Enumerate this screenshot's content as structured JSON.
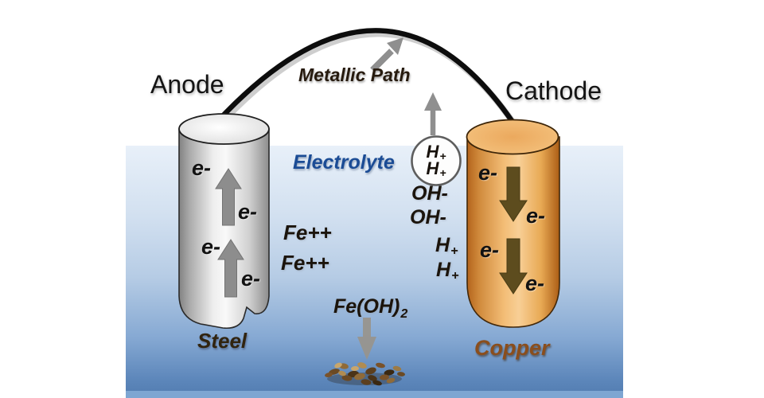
{
  "labels": {
    "anode": "Anode",
    "cathode": "Cathode",
    "metallic_path": "Metallic Path",
    "electrolyte": "Electrolyte",
    "steel": "Steel",
    "copper": "Copper"
  },
  "anode_electrons": [
    "e-",
    "e-",
    "e-",
    "e-"
  ],
  "cathode_electrons": [
    "e-",
    "e-",
    "e-",
    "e-"
  ],
  "ions": {
    "bubble": [
      {
        "base": "H",
        "sign": "+"
      },
      {
        "base": "H",
        "sign": "+"
      }
    ],
    "column": [
      {
        "base": "OH",
        "sign": "-"
      },
      {
        "base": "OH",
        "sign": "-"
      },
      {
        "base": "H",
        "sign": "+"
      },
      {
        "base": "H",
        "sign": "+"
      }
    ],
    "iron": [
      "Fe++",
      "Fe++"
    ],
    "precipitate": {
      "base": "Fe(OH)",
      "sub": "2"
    }
  },
  "colors": {
    "electrolyte_text": "#1b4c95",
    "copper_label_text": "#8a4e1d",
    "water_top": "#e6eef8",
    "water_bottom": "#527cb0",
    "water_bottom_strip": "#7ea6d2",
    "steel_body_highlight": "#f8f8f8",
    "copper_body_highlight": "#f8cf96",
    "steel_electron_arrow": "#8d8d8d",
    "copper_electron_arrow": "#5d4c1e",
    "metallic_path_stroke": "#0d0d0d",
    "rust_brown": "#6b4a24"
  }
}
